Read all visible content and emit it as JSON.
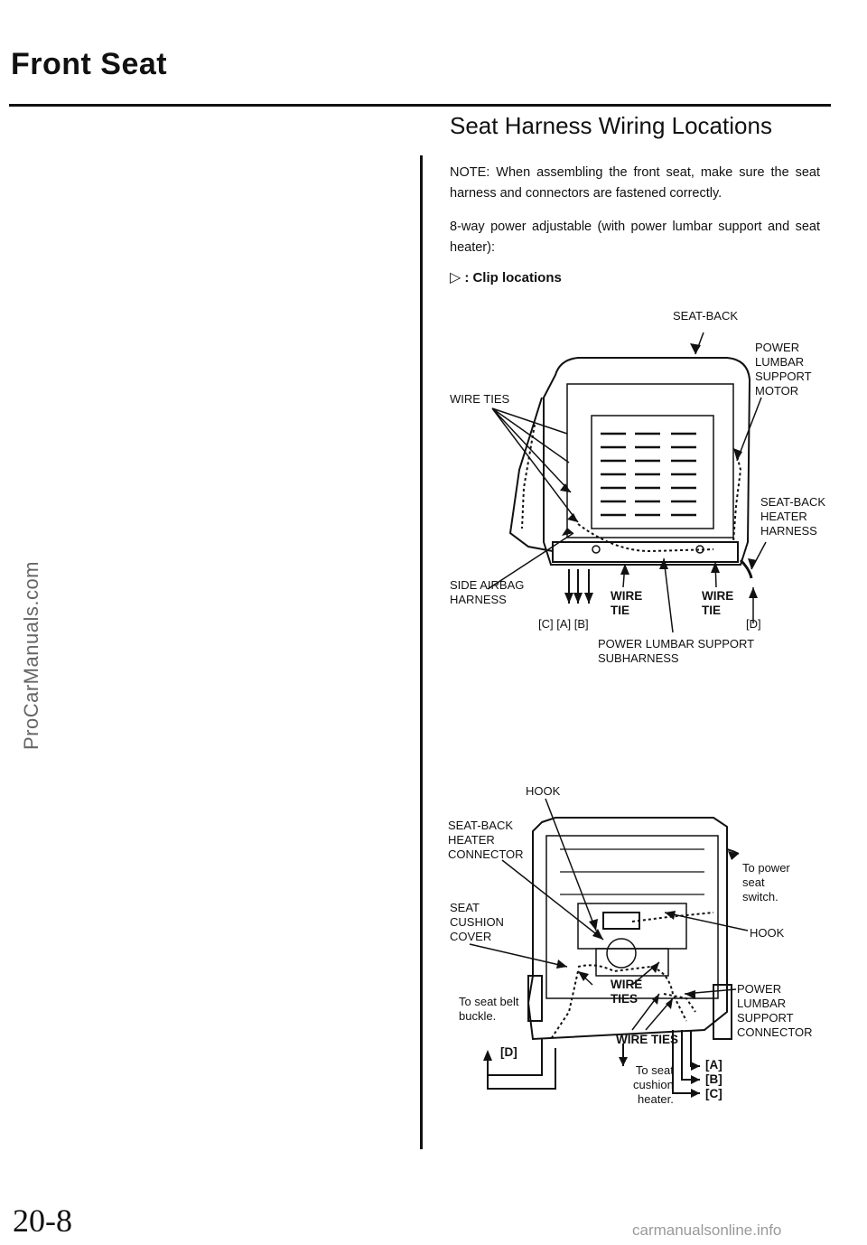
{
  "page_title": "Front Seat",
  "section_title": "Seat Harness Wiring Locations",
  "note": "NOTE: When assembling the front seat, make sure the seat harness and connectors are fastened correctly.",
  "spec": "8-way power adjustable (with power lumbar support and seat heater):",
  "legend": {
    "symbol": "▷",
    "text": ": Clip locations"
  },
  "watermark": "ProCarManuals.com",
  "page_number": "20-8",
  "footer_link": "carmanualsonline.info",
  "seatback_labels": {
    "seat_back": "SEAT-BACK",
    "power_lumbar_motor": "POWER\nLUMBAR\nSUPPORT\nMOTOR",
    "wire_ties": "WIRE TIES",
    "seatback_heater_harness": "SEAT-BACK\nHEATER\nHARNESS",
    "side_airbag_harness": "SIDE AIRBAG\nHARNESS",
    "wire_tie_left": "WIRE\nTIE",
    "wire_tie_right": "WIRE\nTIE",
    "cab": "[C] [A] [B]",
    "d": "[D]",
    "power_lumbar_subharness": "POWER LUMBAR SUPPORT\nSUBHARNESS"
  },
  "cushion_labels": {
    "hook_top": "HOOK",
    "seatback_heater_connector": "SEAT-BACK\nHEATER\nCONNECTOR",
    "to_power_seat_switch": "To power\nseat\nswitch.",
    "seat_cushion_cover": "SEAT\nCUSHION\nCOVER",
    "hook_right": "HOOK",
    "wire_ties_mid": "WIRE\nTIES",
    "power_lumbar_connector": "POWER\nLUMBAR\nSUPPORT\nCONNECTOR",
    "to_seat_belt_buckle": "To seat belt\nbuckle.",
    "wire_ties_bottom": "WIRE TIES",
    "d": "[D]",
    "to_seat_cushion_heater": "To seat\ncushion\nheater.",
    "a": "[A]",
    "b": "[B]",
    "c": "[C]"
  }
}
